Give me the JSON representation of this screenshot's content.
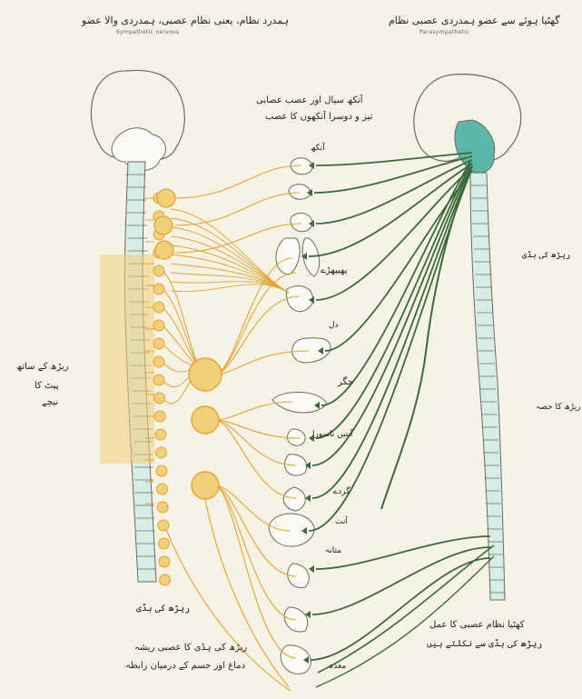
{
  "colors": {
    "background": "#f6f2e6",
    "sympathetic": "#e2a62c",
    "sympathetic_fill": "#f2cf7a",
    "parasympathetic": "#3d6a3a",
    "spine_fill": "#d6ece6",
    "brainstem_highlight": "#5bb8a8",
    "outline": "#6f6a5c",
    "text": "#2b2218"
  },
  "labels": {
    "sympathetic_title_urdu": "ہمدرد نظام، یعنی نظام عصبی، ہمدردی والا عضو",
    "sympathetic_title_en": "Sympathetic nervous",
    "parasympathetic_title_urdu": "گھٹیا ہوئے سے عضو ہمدردی عصبی نظام",
    "parasympathetic_title_en": "Parasympathetic",
    "eye_label_line1": "آنکھ سیال اور عصب عصابی",
    "eye_label_line2": "تیز و دوسرا آنکھوں کا عصب",
    "eye_abbrev": "آنکھ",
    "lungs": "پھیپھڑے",
    "heart": "دل",
    "stomach": "معدہ",
    "liver": "جگر",
    "intestine": "آنتیں ناسورا",
    "kidney": "گردے",
    "colon": "آنت",
    "bladder": "مثانہ",
    "left_side_line1": "ریڑھ کے ساتھ",
    "left_side_line2": "پیٹ کا",
    "left_side_line3": "نیچے",
    "right_upper": "ریڑھ کی ہڈی",
    "right_middle": "ریڑھ کا حصہ",
    "bottom_left": "ریڑھ کی ہڈی",
    "bottom_center_line1": "ریڑھ کی ہڈی کا عصبی ریشہ",
    "bottom_center_line2": "دماغ اور جسم کے درمیان رابطہ",
    "bottom_right_line1": "کھٹیا نظام عصبی کا عمل",
    "bottom_right_line2": "ریڑھ کی ہڈی سے نکلتے ہیں"
  }
}
